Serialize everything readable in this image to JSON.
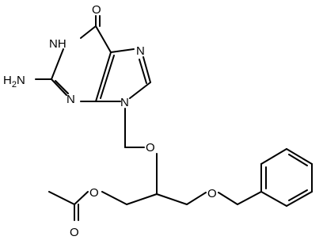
{
  "atoms": {
    "oxo_O": "O",
    "ring_NH": "NH",
    "ring_N7": "N",
    "amino": "H2N",
    "ring_N3": "N",
    "ring_N9": "N",
    "ether_O1": "O",
    "ester_O": "O",
    "ether_O2": "O",
    "carbonyl_O": "O"
  },
  "colors": {
    "ink": "#000000",
    "background": "#ffffff"
  }
}
